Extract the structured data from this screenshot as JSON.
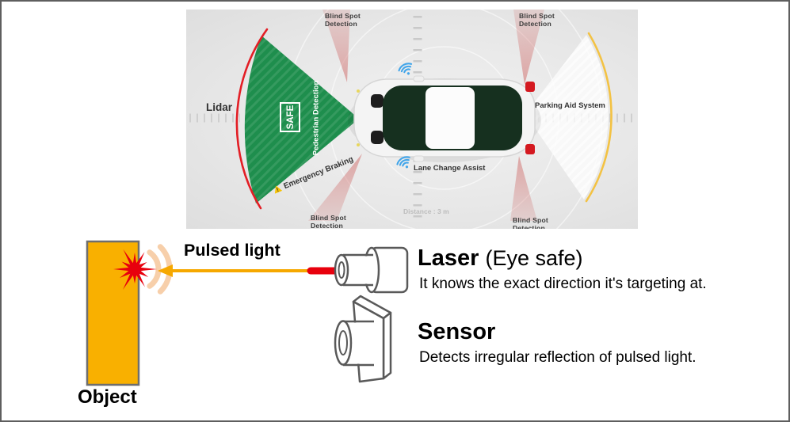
{
  "theme": {
    "zone_green": "#1e8e4d",
    "range_arc_red": "#e31e25",
    "parking_arc_yellow": "#f3c243",
    "blind_spot_pink": "#cf6a68",
    "wifi_blue": "#41a5ea",
    "object_orange": "#f9b000",
    "beam_orange": "#f6a800",
    "beam_red": "#e8000d",
    "reflection_peach": "#f7cda6",
    "device_outline": "#595959",
    "panel_text_dark": "#333333",
    "distance_gray": "#bcbcbc"
  },
  "lidar_view": {
    "lidar_label": "Lidar",
    "safe_badge": "SAFE",
    "pedestrian_detection": "Pedestrian Detection",
    "emergency_braking": "Emergency Braking",
    "emergency_icon": "!",
    "blind_spot_line1": "Blind Spot",
    "blind_spot_line2": "Detection",
    "parking_aid_system": "Parking Aid System",
    "lane_change_assist": "Lane Change Assist",
    "distance_label": "Distance :  3 m"
  },
  "principle_view": {
    "pulsed_light_label": "Pulsed light",
    "object_label": "Object",
    "laser_title": "Laser",
    "laser_note": "(Eye safe)",
    "laser_description": "It knows the exact direction it's targeting at.",
    "sensor_title": "Sensor",
    "sensor_description": "Detects irregular reflection of pulsed light."
  }
}
